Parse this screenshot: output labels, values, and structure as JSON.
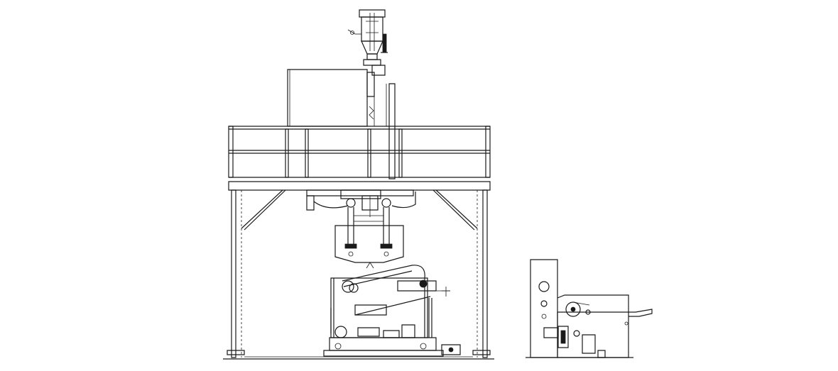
{
  "drawing": {
    "type": "engineering-line-drawing",
    "line_color": "#1a1a1a",
    "background": "#ffffff",
    "components": [
      {
        "id": "blown-film-extrusion-tower"
      },
      {
        "id": "separate-rewinder-unit"
      }
    ]
  }
}
